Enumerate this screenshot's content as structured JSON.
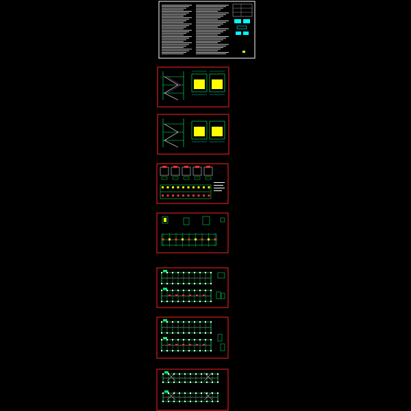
{
  "canvas": {
    "background": "#000000"
  },
  "colors": {
    "cover_border": "#ffffff",
    "cover_fill": "#000000",
    "sheet_border": "#ff2020",
    "line_green": "#00ff66",
    "line_white": "#ffffff",
    "line_yellow": "#ffff00",
    "line_cyan": "#00ffff",
    "line_magenta": "#ff44ff",
    "line_red": "#ff3030"
  },
  "drawing_set": {
    "cover_sheet": {
      "type": "general-notes"
    },
    "sheets": [
      {
        "type": "stair-details"
      },
      {
        "type": "stair-details"
      },
      {
        "type": "foundation-and-pile-details"
      },
      {
        "type": "foundation-plan"
      },
      {
        "type": "floor-framing-plans"
      },
      {
        "type": "floor-framing-plans"
      },
      {
        "type": "roof-framing-plans"
      }
    ]
  }
}
